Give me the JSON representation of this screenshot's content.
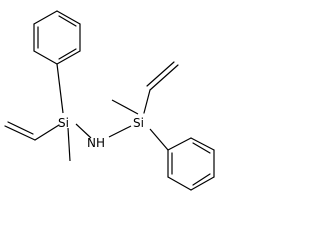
{
  "structure": {
    "atoms": {
      "si_left": "Si",
      "si_right": "Si",
      "nh": "NH"
    }
  },
  "colors": {
    "bond": "#000000",
    "label": "#000000",
    "background": "#ffffff"
  }
}
